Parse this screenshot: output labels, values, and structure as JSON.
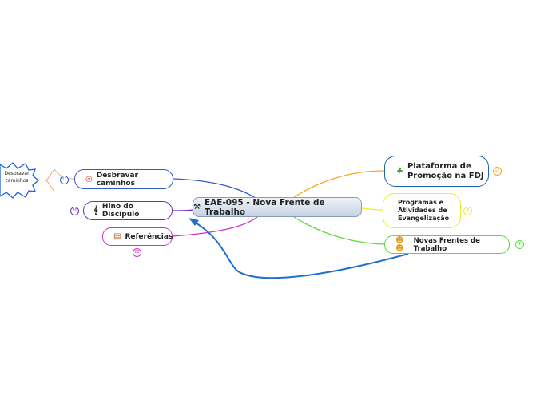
{
  "central": {
    "icon": "hammer-pick-icon",
    "label": "EAE-095 - Nova Frente de Trabalho"
  },
  "branches": {
    "desbravar": {
      "label": "Desbravar caminhos",
      "icon": "target-icon",
      "count": "11",
      "color": "#2f5ec9"
    },
    "hino": {
      "label": "Hino do Discípulo",
      "icon": "music-score-icon",
      "count": "20",
      "color": "#6b2fb5"
    },
    "referencias": {
      "label": "Referências",
      "icon": "books-icon",
      "count": "21",
      "color": "#d02fd0"
    },
    "plataforma": {
      "label_line1": "Plataforma de",
      "label_line2": "Promoção na FDJ",
      "icon": "clover-icon",
      "count": "12",
      "color": "#1f5fae"
    },
    "programas": {
      "label_line1": "Programas e",
      "label_line2": "Atividades de",
      "label_line3": "Evangelização",
      "count": "5",
      "color": "#e7ee2d"
    },
    "novas": {
      "label": "Novas Frentes de Trabalho",
      "icon": "workers-icon",
      "count": "7",
      "color": "#5cdc3d"
    }
  },
  "leaf": {
    "line1": "Desbravar",
    "line2": "caminhos"
  },
  "colors": {
    "edge_orange": "#f5a623",
    "edge_pink": "#d02fd0",
    "link_arrow": "#1f6fcf"
  }
}
